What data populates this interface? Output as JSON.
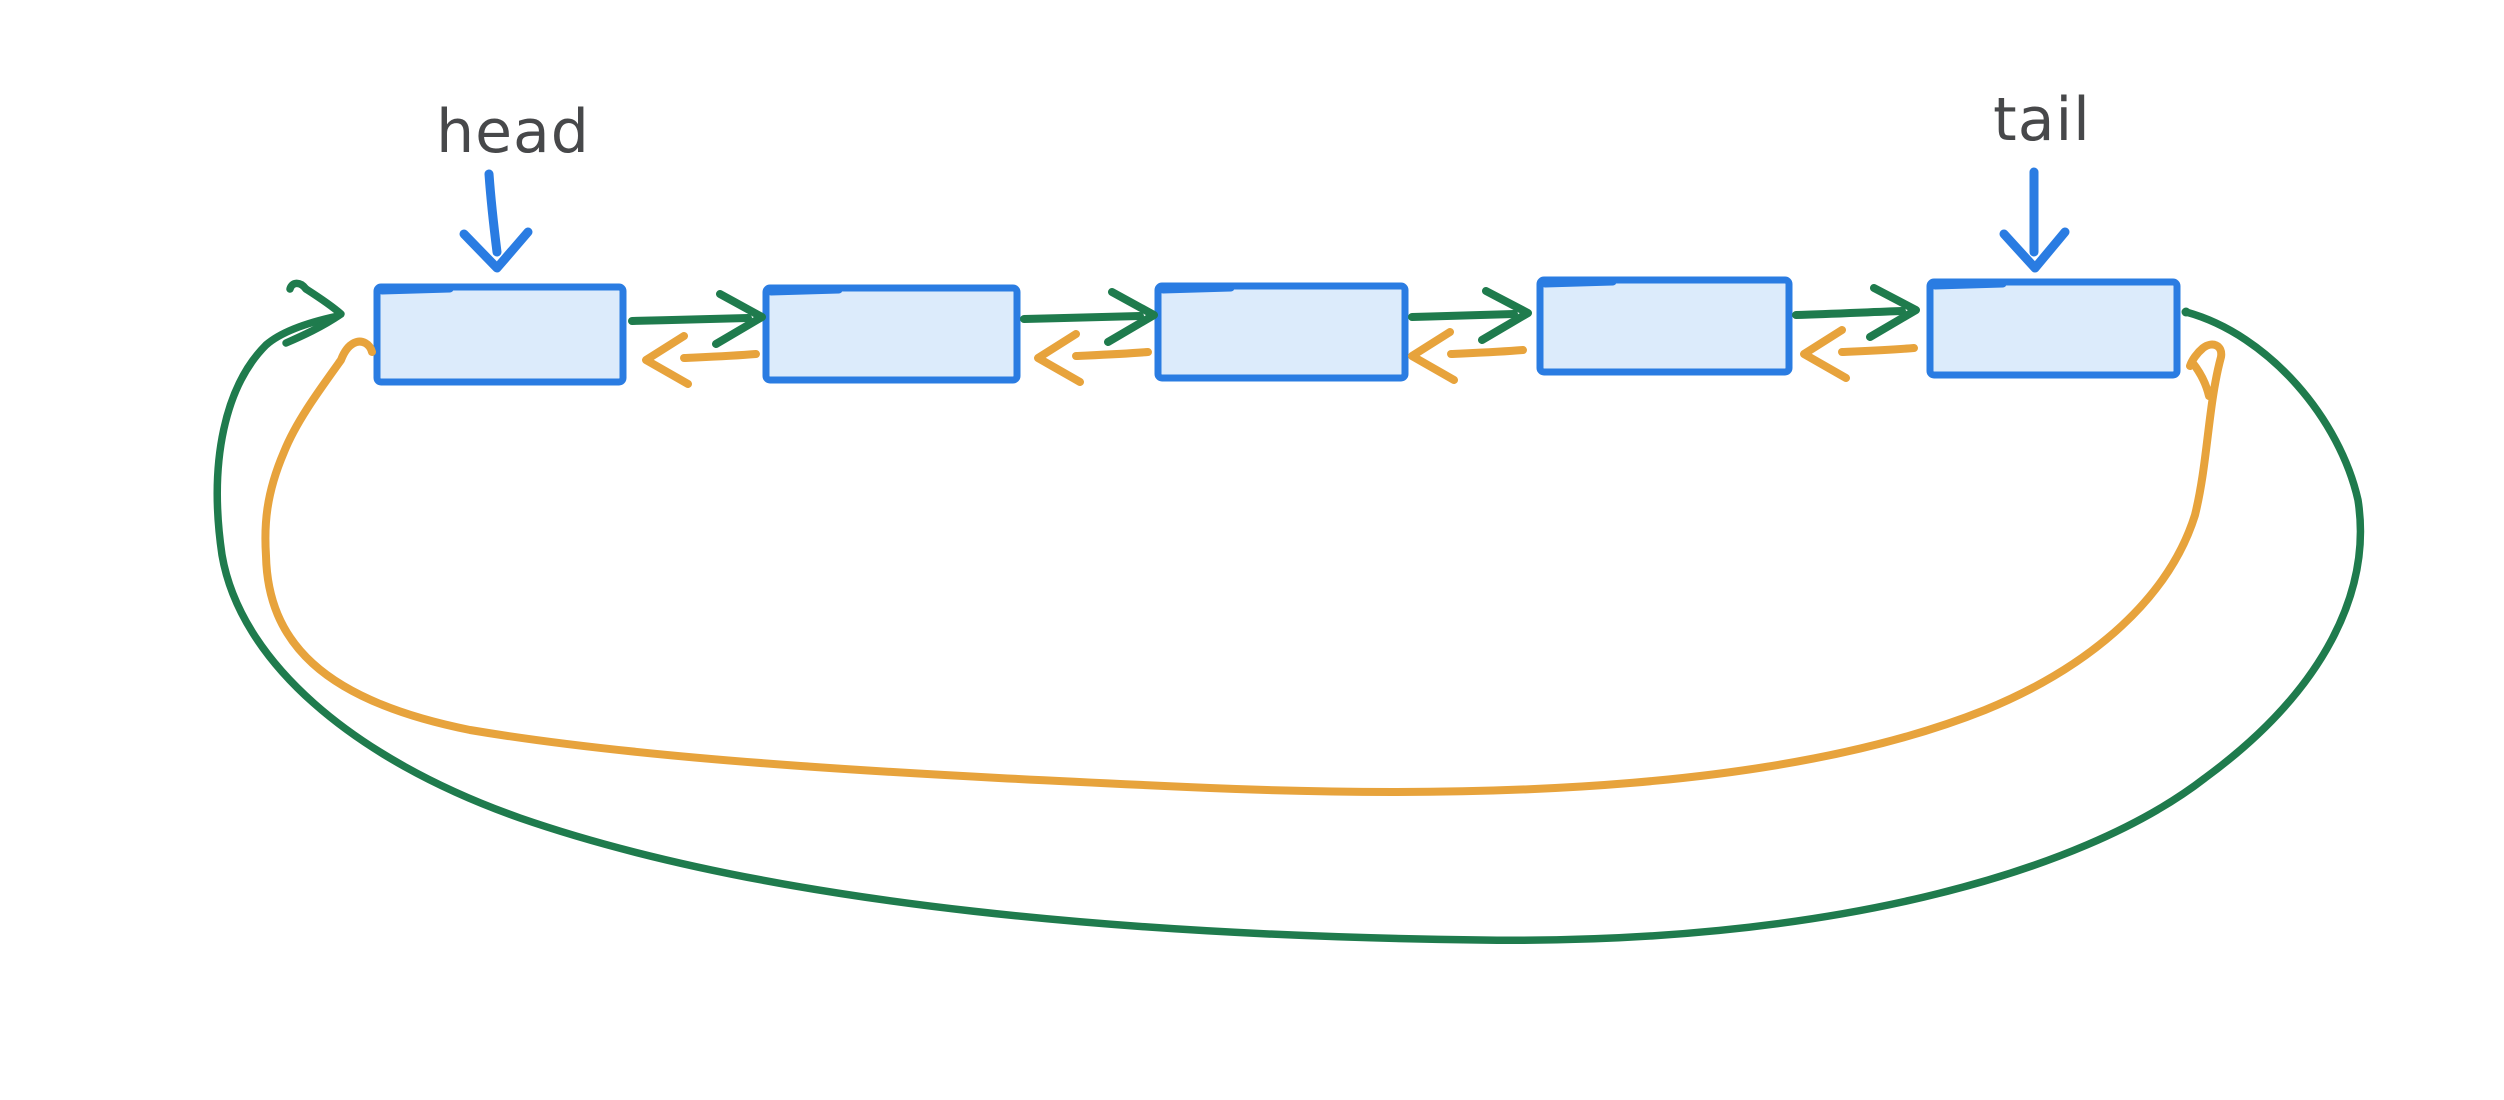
{
  "diagram": {
    "type": "circular-doubly-linked-list-sketch",
    "labels": {
      "head": "head",
      "tail": "tail"
    },
    "node_count": 5,
    "nodes": [
      {
        "label": ""
      },
      {
        "label": ""
      },
      {
        "label": ""
      },
      {
        "label": ""
      },
      {
        "label": ""
      }
    ],
    "pointers": {
      "forward_arrows_between_nodes": 4,
      "backward_arrows_between_nodes": 4,
      "tail_to_head_loop": true,
      "head_to_tail_loop": true
    },
    "colors": {
      "next_pointer_green": "#1f7b4d",
      "prev_pointer_orange": "#e7a33c",
      "node_border_blue": "#2a7ce2",
      "node_fill_blue": "#dcebfb",
      "head_tail_arrow_blue": "#2a7ce2",
      "label_text_gray": "#47484a",
      "background_white": "#ffffff"
    }
  }
}
